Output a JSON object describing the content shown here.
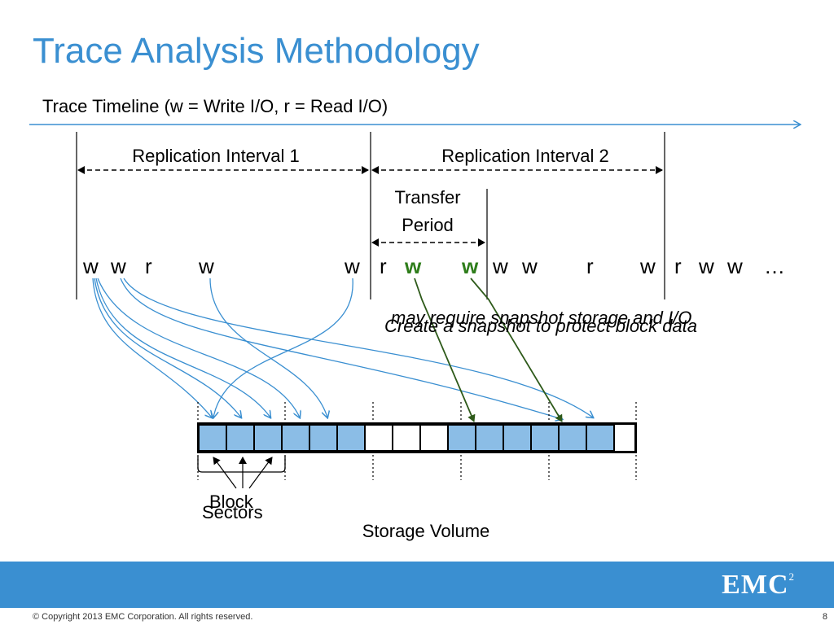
{
  "title": "Trace Analysis Methodology",
  "subtitle": "Trace Timeline (w = Write I/O, r = Read I/O)",
  "intervals": [
    {
      "label": "Replication Interval 1"
    },
    {
      "label": "Replication Interval 2"
    }
  ],
  "transfer": {
    "line1": "Transfer",
    "line2": "Period"
  },
  "io_sequence": [
    {
      "op": "w",
      "highlight": false
    },
    {
      "op": "w",
      "highlight": false
    },
    {
      "op": "r",
      "highlight": false
    },
    {
      "op": "w",
      "highlight": false
    },
    {
      "op": "w",
      "highlight": false
    },
    {
      "op": "r",
      "highlight": false
    },
    {
      "op": "w",
      "highlight": true
    },
    {
      "op": "w",
      "highlight": true
    },
    {
      "op": "w",
      "highlight": false
    },
    {
      "op": "w",
      "highlight": false
    },
    {
      "op": "r",
      "highlight": false
    },
    {
      "op": "w",
      "highlight": false
    },
    {
      "op": "r",
      "highlight": false
    },
    {
      "op": "w",
      "highlight": false
    },
    {
      "op": "w",
      "highlight": false
    },
    {
      "op": "…",
      "highlight": false
    }
  ],
  "annotations": {
    "layer1": "may require snapshot storage and I/O",
    "layer2": "Create a snapshot to protect block data"
  },
  "volume": {
    "sectors": [
      "filled",
      "filled",
      "filled",
      "filled",
      "filled",
      "filled",
      "empty",
      "empty",
      "empty",
      "filled",
      "filled",
      "filled",
      "filled",
      "filled",
      "filled"
    ],
    "label": "Storage Volume",
    "block_label": "Block",
    "sectors_label": "Sectors"
  },
  "colors": {
    "accent": "#3a8fd1",
    "highlight": "#2e7d1a",
    "sector_fill": "#8bbde6"
  },
  "footer": {
    "logo": "EMC",
    "logo_sup": "2",
    "copyright": "© Copyright 2013 EMC Corporation. All rights reserved.",
    "page": "8"
  }
}
